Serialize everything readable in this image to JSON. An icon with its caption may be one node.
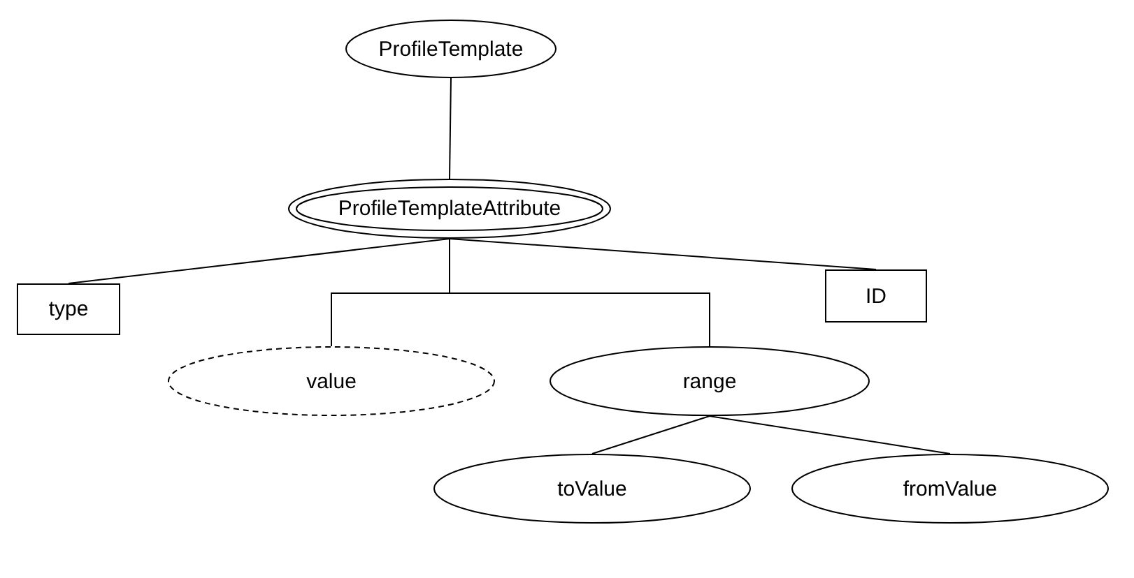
{
  "diagram": {
    "nodes": [
      {
        "text": [
          "ProfileTemplate"
        ]
      },
      {
        "text": [
          "ProfileTemplateAttribute"
        ]
      },
      {
        "text": [
          "type"
        ]
      },
      {
        "text": [
          "value"
        ]
      },
      {
        "text": [
          "range"
        ]
      },
      {
        "text": [
          "ID"
        ]
      },
      {
        "text": [
          "toValue"
        ]
      },
      {
        "text": [
          "fromValue"
        ]
      }
    ],
    "edges": [
      {
        "from": 0,
        "to": 1,
        "arrow": "none"
      },
      {
        "from": 1,
        "to": 2,
        "arrow": "none"
      },
      {
        "from": 1,
        "to": 3,
        "arrow": "none"
      },
      {
        "from": 1,
        "to": 4,
        "arrow": "none"
      },
      {
        "from": 1,
        "to": 5,
        "arrow": "none"
      },
      {
        "from": 4,
        "to": 6,
        "arrow": "none"
      },
      {
        "from": 4,
        "to": 7,
        "arrow": "none"
      }
    ]
  }
}
